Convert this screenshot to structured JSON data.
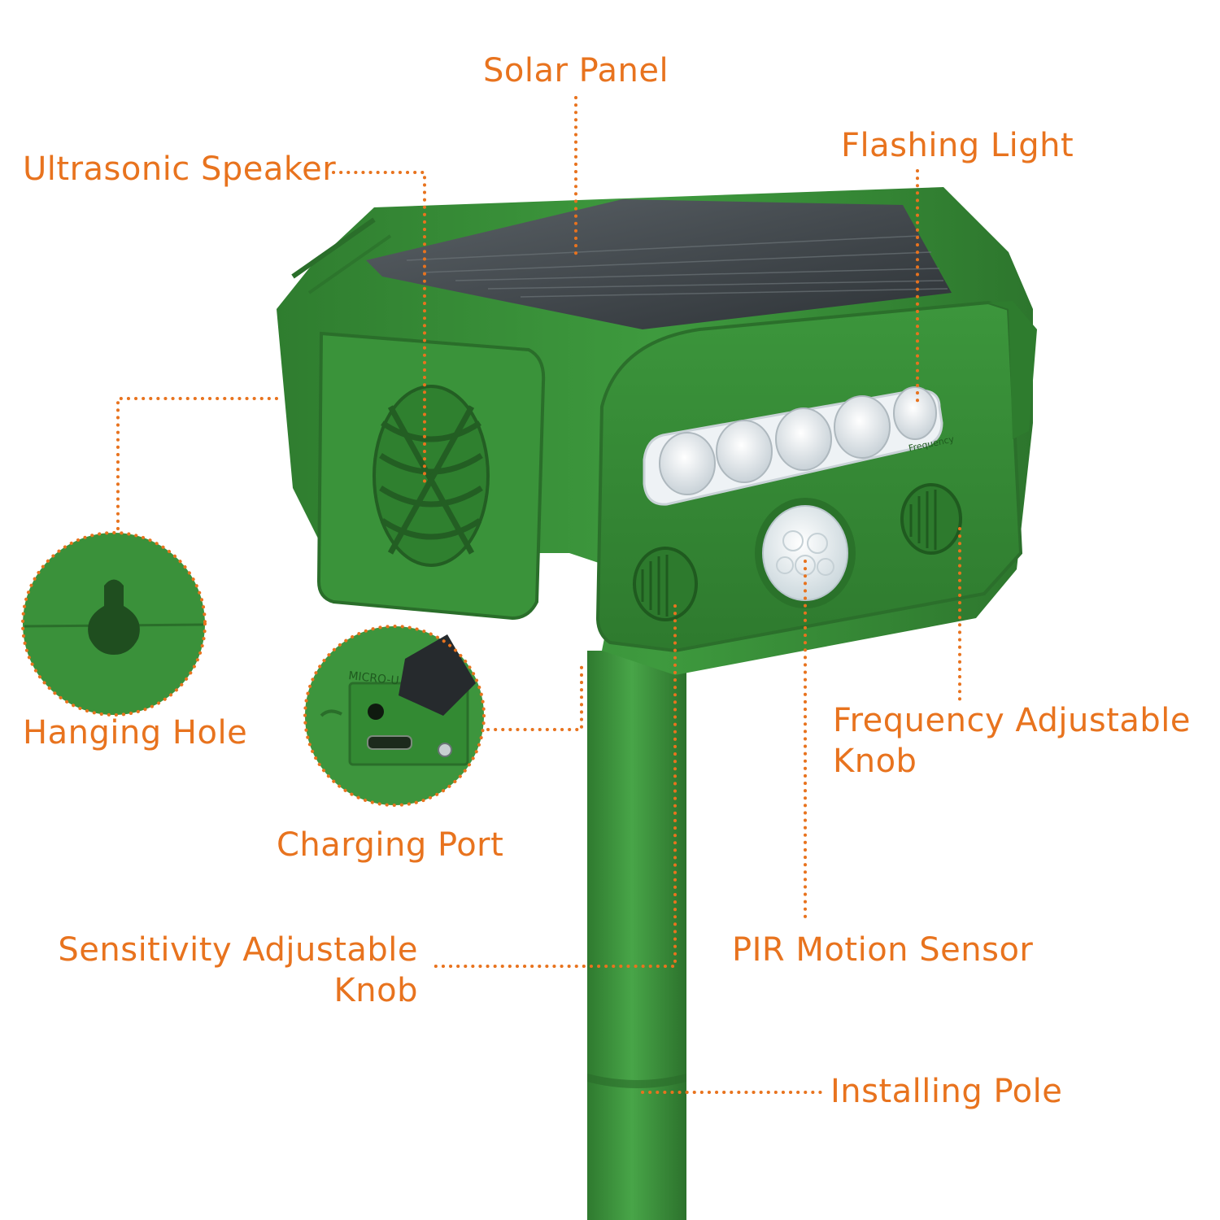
{
  "colors": {
    "label": "#e8731e",
    "housing": "#3a8f3a",
    "housing_dark": "#2c6f2c",
    "solar": "#3e4347",
    "lens": "#e9eef2"
  },
  "labels": {
    "solar_panel": "Solar Panel",
    "ultrasonic_speaker": "Ultrasonic Speaker",
    "flashing_light": "Flashing Light",
    "hanging_hole": "Hanging Hole",
    "charging_port": "Charging Port",
    "frequency_knob_line1": "Frequency Adjustable",
    "frequency_knob_line2": "Knob",
    "sensitivity_knob_line1": "Sensitivity Adjustable",
    "sensitivity_knob_line2": "Knob",
    "pir_sensor": "PIR Motion Sensor",
    "installing_pole": "Installing Pole"
  },
  "product_print": {
    "port_marking": "MICRO-U",
    "dial_frequency": "Frequency"
  }
}
